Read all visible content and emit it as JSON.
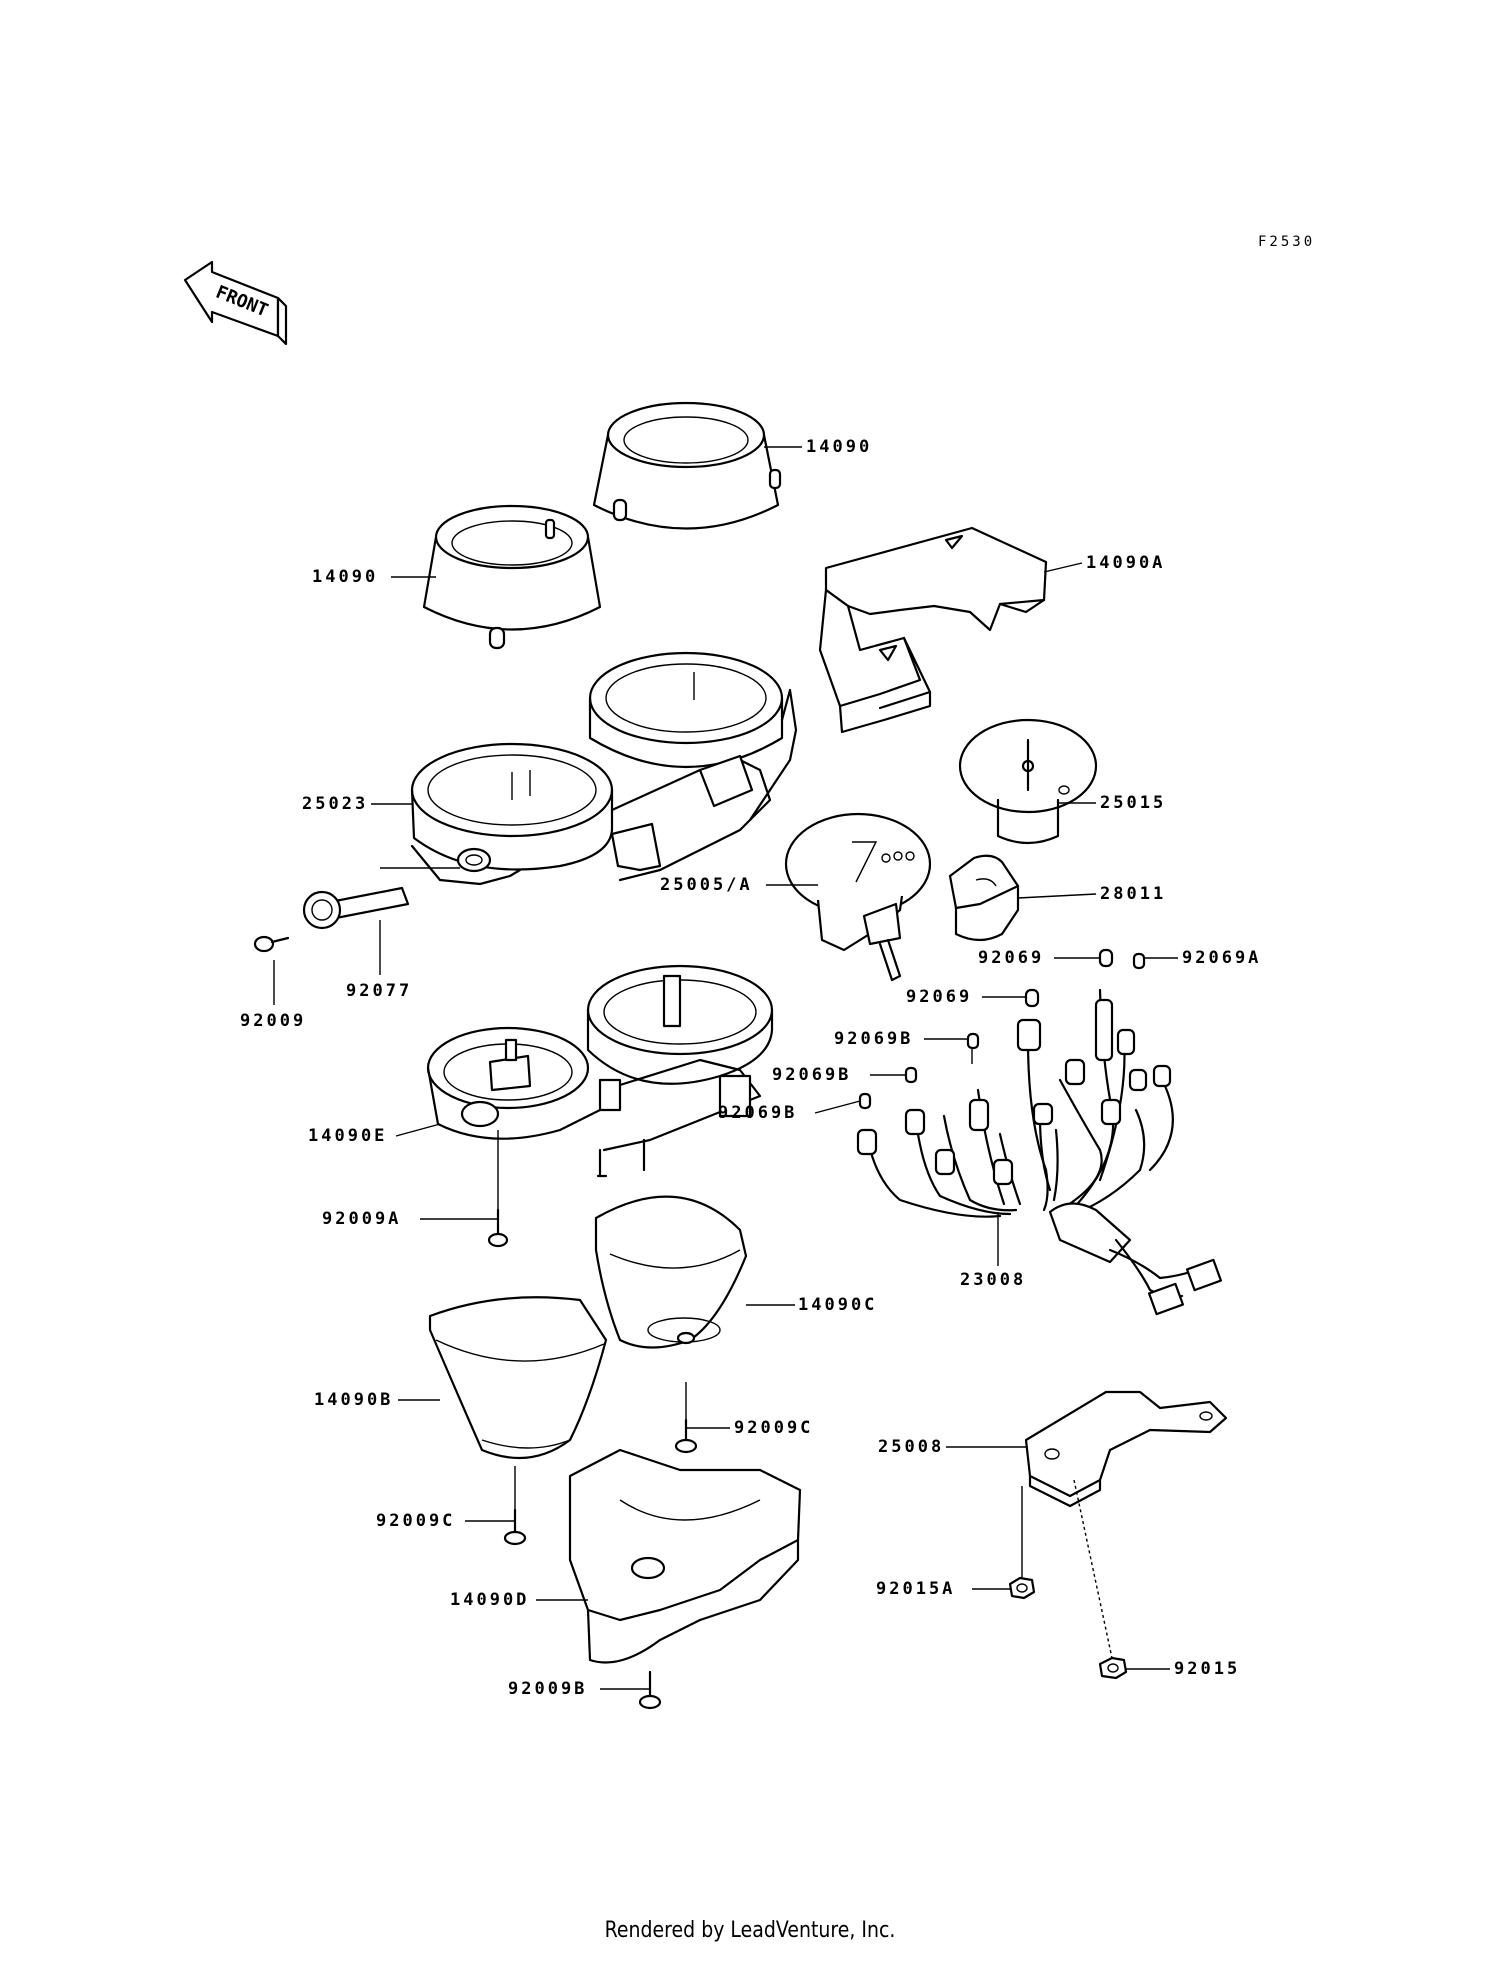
{
  "figure_code": "F2530",
  "front_arrow_label": "FRONT",
  "footer": "Rendered by LeadVenture, Inc.",
  "parts": [
    {
      "id": "p1",
      "label": "14090"
    },
    {
      "id": "p2",
      "label": "14090"
    },
    {
      "id": "p3",
      "label": "14090A"
    },
    {
      "id": "p4",
      "label": "25023"
    },
    {
      "id": "p5",
      "label": "25015"
    },
    {
      "id": "p6",
      "label": "28011"
    },
    {
      "id": "p7",
      "label": "25005/A"
    },
    {
      "id": "p8",
      "label": "92077"
    },
    {
      "id": "p9",
      "label": "92009"
    },
    {
      "id": "p10",
      "label": "92069"
    },
    {
      "id": "p11",
      "label": "92069A"
    },
    {
      "id": "p12",
      "label": "92069"
    },
    {
      "id": "p13",
      "label": "92069B"
    },
    {
      "id": "p14",
      "label": "92069B"
    },
    {
      "id": "p15",
      "label": "92069B"
    },
    {
      "id": "p16",
      "label": "14090E"
    },
    {
      "id": "p17",
      "label": "92009A"
    },
    {
      "id": "p18",
      "label": "23008"
    },
    {
      "id": "p19",
      "label": "14090C"
    },
    {
      "id": "p20",
      "label": "14090B"
    },
    {
      "id": "p21",
      "label": "92009C"
    },
    {
      "id": "p22",
      "label": "92009C"
    },
    {
      "id": "p23",
      "label": "25008"
    },
    {
      "id": "p24",
      "label": "14090D"
    },
    {
      "id": "p25",
      "label": "92015A"
    },
    {
      "id": "p26",
      "label": "92009B"
    },
    {
      "id": "p27",
      "label": "92015"
    }
  ]
}
